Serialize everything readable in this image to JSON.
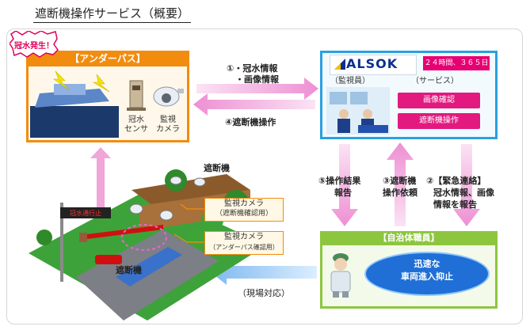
{
  "title": "遮断機操作サービス（概要）",
  "underpass": {
    "badge": "冠水発生！",
    "heading": "【アンダーパス】",
    "sensor_label_1": "冠水",
    "sensor_label_2": "センサ",
    "camera_label_1": "監視",
    "camera_label_2": "カメラ"
  },
  "flows": {
    "info_line1": "①・冠水情報",
    "info_line2": "・画像情報",
    "operate": "④遮断機操作",
    "result_1": "⑤操作結果",
    "result_2": "報告",
    "request_1": "③遮断機",
    "request_2": "操作依頼",
    "urgent_1": "②【緊急連絡】",
    "urgent_2": "冠水情報、画像",
    "urgent_3": "情報を報告",
    "field": "（現場対応）"
  },
  "alsok": {
    "logo": "ALSOK",
    "hours": "２４時間、３６５日",
    "staff_label": "（監視員）",
    "service_label": "（サービス）",
    "btn_image": "画像確認",
    "btn_operate": "遮断機操作"
  },
  "scene": {
    "barrier_top": "遮断機",
    "barrier_bottom": "遮断機",
    "sign": "冠水通行止",
    "cam1_line1": "監視カメラ",
    "cam1_line2": "（遮断機確認用）",
    "cam2_line1": "監視カメラ",
    "cam2_line2": "（アンダーパス確認用）"
  },
  "gov": {
    "heading": "【自治体職員】",
    "action_1": "迅速な",
    "action_2": "車両進入抑止"
  },
  "colors": {
    "orange": "#f28c0f",
    "blue": "#2aa0e0",
    "pink": "#e2197f",
    "green": "#8cc63e",
    "arrow_pink": "#f3a9dd"
  }
}
